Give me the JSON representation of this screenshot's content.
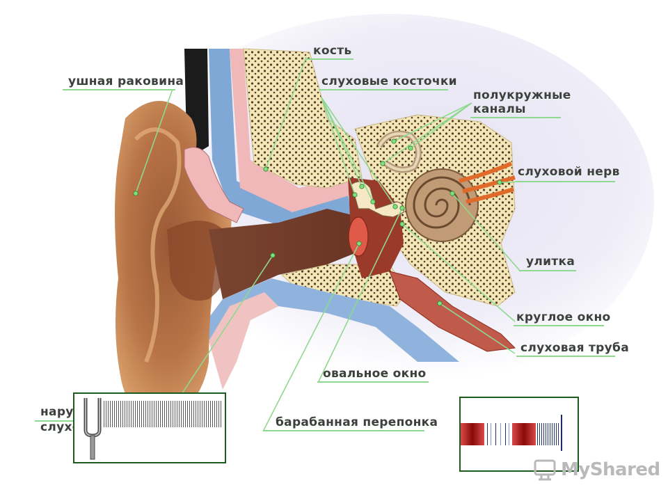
{
  "labels": {
    "kost": "кость",
    "rakovina": "ушная раковина",
    "kostochki": "слуховые косточки",
    "kanaly_1": "полукружные",
    "kanaly_2": "каналы",
    "nerv": "слуховой нерв",
    "ulitka": "улитка",
    "krugloe": "круглое окно",
    "truba": "слуховая труба",
    "ovalnoe": "овальное окно",
    "baraban": "барабанная перепонка",
    "naruzh_1": "наружный",
    "naruzh_2": "слуховой проход"
  },
  "watermark": "MyShared",
  "colors": {
    "leader": "#8fd88f",
    "inset_border": "#1d5a1d"
  },
  "icons": {
    "fork": "tuning-fork-icon",
    "logo": "myshared-logo-icon"
  }
}
